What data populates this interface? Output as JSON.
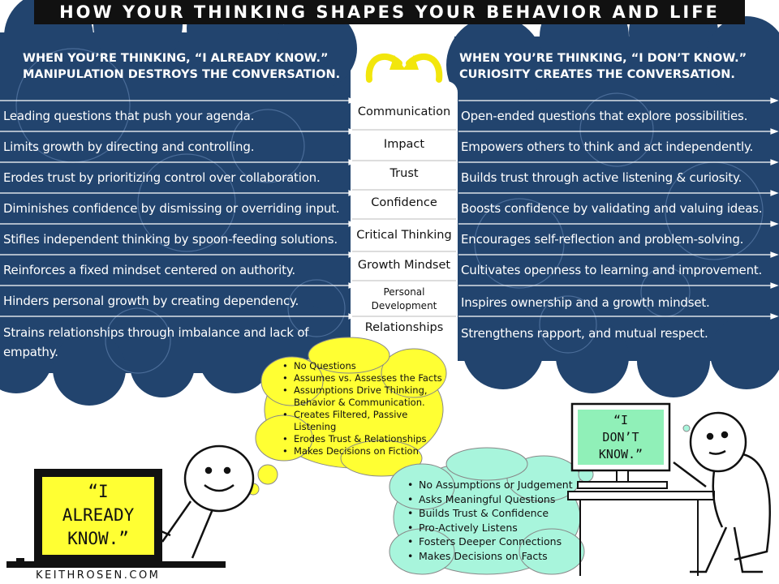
{
  "title": "HOW YOUR THINKING SHAPES YOUR BEHAVIOR AND LIFE",
  "colors": {
    "cloud": "#22446e",
    "circle": "#4a6c98",
    "yellow": "#ffff33",
    "green": "#a8f5dc",
    "screen": "#90f0b8",
    "arrow": "#f2e60c"
  },
  "left_heading": {
    "line1": "WHEN YOU’RE THINKING, “I ALREADY KNOW.”",
    "line2": "MANIPULATION DESTROYS THE CONVERSATION."
  },
  "right_heading": {
    "line1": "WHEN YOU’RE THINKING, “I DON’T KNOW.”",
    "line2": "CURIOSITY CREATES THE CONVERSATION."
  },
  "rows": [
    {
      "left": "Leading questions that push your agenda.",
      "center": "Communication",
      "right": "Open-ended questions that explore possibilities."
    },
    {
      "left": "Limits growth by directing and controlling.",
      "center": "Impact",
      "right": "Empowers others to think and act independently."
    },
    {
      "left": "Erodes trust by prioritizing control over collaboration.",
      "center": "Trust",
      "right": "Builds trust through active listening & curiosity."
    },
    {
      "left": "Diminishes confidence by dismissing or overriding input.",
      "center": "Confidence",
      "right": "Boosts confidence by validating and valuing ideas."
    },
    {
      "left": "Stifles independent thinking by spoon-feeding solutions.",
      "center": "Critical Thinking",
      "right": "Encourages self-reflection and problem-solving."
    },
    {
      "left": "Reinforces a fixed mindset centered on authority.",
      "center": "Growth Mindset",
      "right": "Cultivates openness to learning and improvement."
    },
    {
      "left": "Hinders personal growth by creating dependency.",
      "center_line1": "Personal",
      "center_line2": "Development",
      "right": "Inspires ownership and a growth mindset."
    },
    {
      "left": "Strains relationships through imbalance and lack of empathy.",
      "center": "Relationships",
      "right": "Strengthens rapport, and mutual respect."
    }
  ],
  "yellow_bubble": [
    "No Questions",
    "Assumes vs. Assesses the Facts",
    "Assumptions Drive Thinking, Behavior & Communication.",
    "Creates Filtered, Passive Listening",
    "Erodes Trust & Relationships",
    "Makes Decisions on Fiction"
  ],
  "green_bubble": [
    "No Assumptions or Judgement",
    "Asks Meaningful Questions",
    "Builds Trust & Confidence",
    "Pro-Actively Listens",
    "Fosters Deeper Connections",
    "Makes Decisions on Facts"
  ],
  "left_sign": {
    "line1": "“I",
    "line2": "ALREADY",
    "line3": "KNOW.”"
  },
  "right_sign": {
    "line1": "“I",
    "line2": "DON’T",
    "line3": "KNOW.”"
  },
  "footer": "KEITHROSEN.COM"
}
